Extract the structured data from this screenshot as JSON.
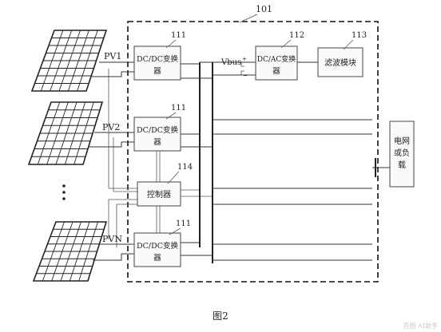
{
  "labels": {
    "system_id": "101",
    "dcdc_id_1": "111",
    "dcdc_id_2": "111",
    "dcdc_id_n": "111",
    "dcac_id": "112",
    "filter_id": "113",
    "controller_id": "114",
    "pv1": "PV1",
    "pv2": "PV2",
    "pvn": "PVN",
    "dcdc_line1": "DC/DC变换",
    "dcdc_line2": "器",
    "dcac_line1": "DC/AC变换",
    "dcac_line2": "器",
    "filter": "滤波模块",
    "controller": "控制器",
    "vbus": "Vbus",
    "vbus_plus": "+",
    "vbus_minus": "−",
    "grid_line1": "电网",
    "grid_line2": "或负",
    "grid_line3": "载",
    "figure_caption": "图2",
    "watermark": "百图 AI助手"
  }
}
